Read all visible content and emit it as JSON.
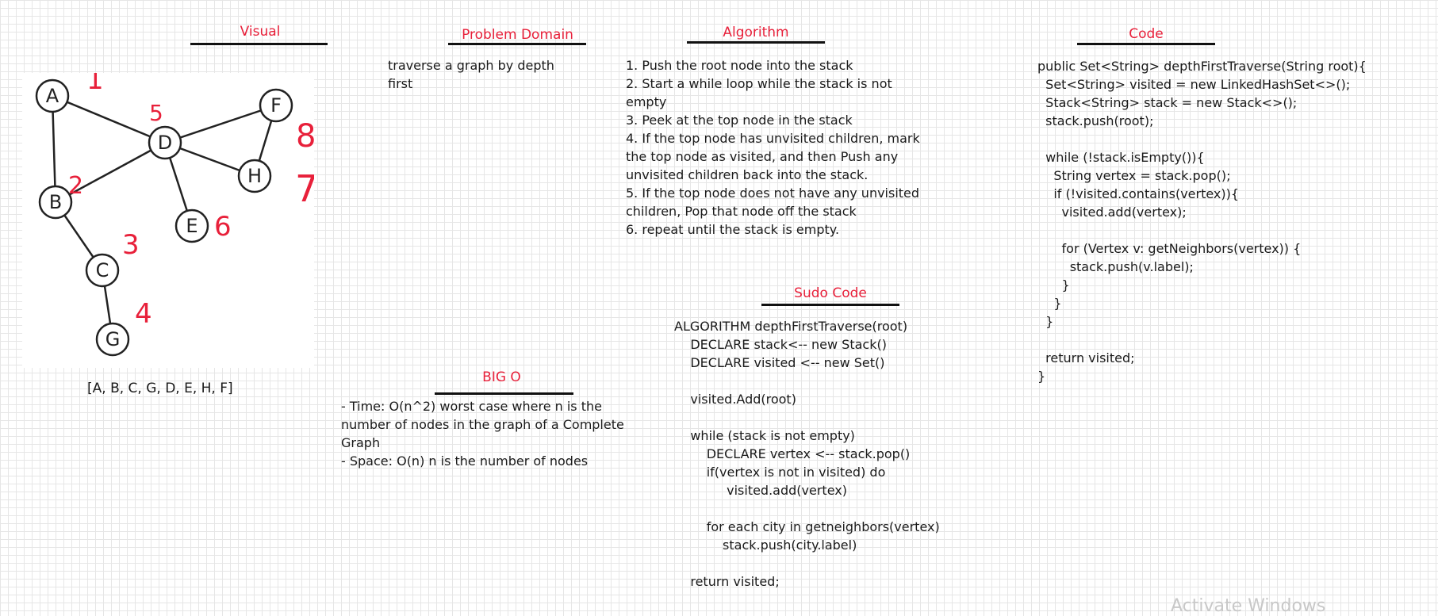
{
  "sections": {
    "visual": "Visual",
    "problem_domain": "Problem Domain",
    "algorithm": "Algorithm",
    "code": "Code",
    "pseudo_code": "Sudo Code",
    "big_o": "BIG O"
  },
  "problem_domain_text": "traverse a graph by depth\nfirst",
  "algorithm_steps": [
    "1. Push the root node into the stack",
    "2. Start a while loop while the stack is not\nempty",
    "3. Peek at the top node in the stack",
    "4. If the top node has unvisited children, mark\nthe top node as visited, and then Push any\nunvisited children back into the stack.",
    "5. If the top node does not have any unvisited\nchildren, Pop that node off the stack",
    "6. repeat until the stack is empty."
  ],
  "code_lines": [
    "public Set<String> depthFirstTraverse(String root){",
    "  Set<String> visited = new LinkedHashSet<>();",
    "  Stack<String> stack = new Stack<>();",
    "  stack.push(root);",
    "",
    "  while (!stack.isEmpty()){",
    "    String vertex = stack.pop();",
    "    if (!visited.contains(vertex)){",
    "      visited.add(vertex);",
    "",
    "      for (Vertex v: getNeighbors(vertex)) {",
    "        stack.push(v.label);",
    "      }",
    "    }",
    "  }",
    "",
    "  return visited;",
    "}"
  ],
  "pseudo_code_lines": [
    "ALGORITHM depthFirstTraverse(root)",
    "    DECLARE stack<-- new Stack()",
    "    DECLARE visited <-- new Set()",
    "",
    "    visited.Add(root)",
    "",
    "    while (stack is not empty)",
    "        DECLARE vertex <-- stack.pop()",
    "        if(vertex is not in visited) do",
    "             visited.add(vertex)",
    "",
    "        for each city in getneighbors(vertex)",
    "            stack.push(city.label)",
    "",
    "    return visited;"
  ],
  "big_o_text": "- Time: O(n^2) worst case where n is the\nnumber of nodes in the graph of a Complete\nGraph\n- Space: O(n) n is the number of nodes",
  "graph": {
    "nodes": [
      "A",
      "B",
      "C",
      "D",
      "E",
      "F",
      "G",
      "H"
    ],
    "edges": [
      [
        "A",
        "B"
      ],
      [
        "A",
        "D"
      ],
      [
        "D",
        "B"
      ],
      [
        "B",
        "C"
      ],
      [
        "C",
        "G"
      ],
      [
        "D",
        "F"
      ],
      [
        "D",
        "H"
      ],
      [
        "D",
        "E"
      ],
      [
        "F",
        "H"
      ]
    ],
    "visit_order_annotations": [
      {
        "node": "A",
        "label": "1"
      },
      {
        "node": "B",
        "label": "2"
      },
      {
        "node": "C",
        "label": "3"
      },
      {
        "node": "G",
        "label": "4"
      },
      {
        "node": "D",
        "label": "5"
      },
      {
        "node": "E",
        "label": "6"
      },
      {
        "node": "H",
        "label": "7"
      },
      {
        "node": "F",
        "label": "8"
      }
    ]
  },
  "traversal_result": "[A, B, C, G, D, E, H, F]",
  "watermark": "Activate Windows",
  "colors": {
    "title": "#e8203a",
    "annotation": "#e8203a",
    "ink": "#1a1a1a"
  }
}
